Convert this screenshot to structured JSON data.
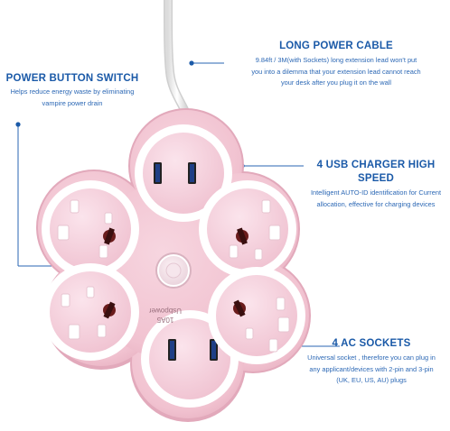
{
  "callouts": {
    "power_cable": {
      "title": "LONG POWER CABLE",
      "lines": [
        "9.84ft / 3M(with Sockets) long extension lead won't put",
        "you into a dilemma that your extension lead cannot reach",
        "your desk after you plug it on the wall"
      ]
    },
    "power_switch": {
      "title": "POWER BUTTON SWITCH",
      "lines": [
        "Helps reduce energy waste by eliminating",
        "vampire power drain"
      ]
    },
    "usb_charger": {
      "title_lines": [
        "4 USB CHARGER HIGH",
        "SPEED"
      ],
      "lines": [
        "Intelligent AUTO-ID identification for Current",
        "allocation, effective for charging devices"
      ]
    },
    "ac_sockets": {
      "title": "4 AC SOCKETS",
      "lines": [
        "Universal socket , therefore you can plug in",
        "any applicant/devices with 2-pin and 3-pin",
        "(UK, EU, US, AU) plugs"
      ]
    }
  },
  "product": {
    "rotated_label_lines": [
      "10A5",
      "Usbpower"
    ]
  },
  "colors": {
    "accent_blue": "#1b5aa8",
    "body_pink": "#f2c6d3",
    "cable_white": "#f4f4f4",
    "usb_blue": "#1f3f86"
  },
  "icons": [
    "pointer-dot-icon",
    "usb-port-icon",
    "ac-socket-icon",
    "power-switch-icon"
  ]
}
